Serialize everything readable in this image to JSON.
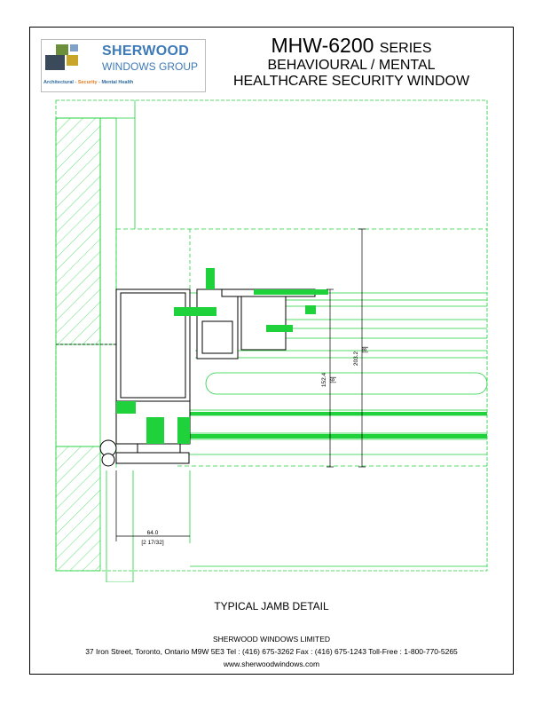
{
  "logo": {
    "brand_line1": "SHERWOOD",
    "brand_line2": "WINDOWS GROUP",
    "tag_architectural": "Architectural",
    "tag_security": "Security",
    "tag_mental": "Mental Health",
    "tag_sep": " - ",
    "colors": [
      "#3b4a5a",
      "#6b8f3a",
      "#c8a62a",
      "#7fa3c8"
    ]
  },
  "title": {
    "model": "MHW-6200",
    "series": "SERIES",
    "line2": "BEHAVIOURAL / MENTAL",
    "line3": "HEALTHCARE SECURITY WINDOW"
  },
  "drawing": {
    "line_color": "#1fd13a",
    "dim_203": "203.2",
    "dim_203_in": "[8]",
    "dim_152": "152.4",
    "dim_152_in": "[6]",
    "dim_64": "64.0",
    "dim_64_in": "[2 17/32]"
  },
  "caption": "TYPICAL JAMB DETAIL",
  "footer": {
    "company": "SHERWOOD WINDOWS LIMITED",
    "address": "37 Iron Street,   Toronto,   Ontario   M9W 5E3     Tel :  (416) 675-3262    Fax :  (416) 675-1243    Toll-Free :  1-800-770-5265",
    "web": "www.sherwoodwindows.com"
  }
}
